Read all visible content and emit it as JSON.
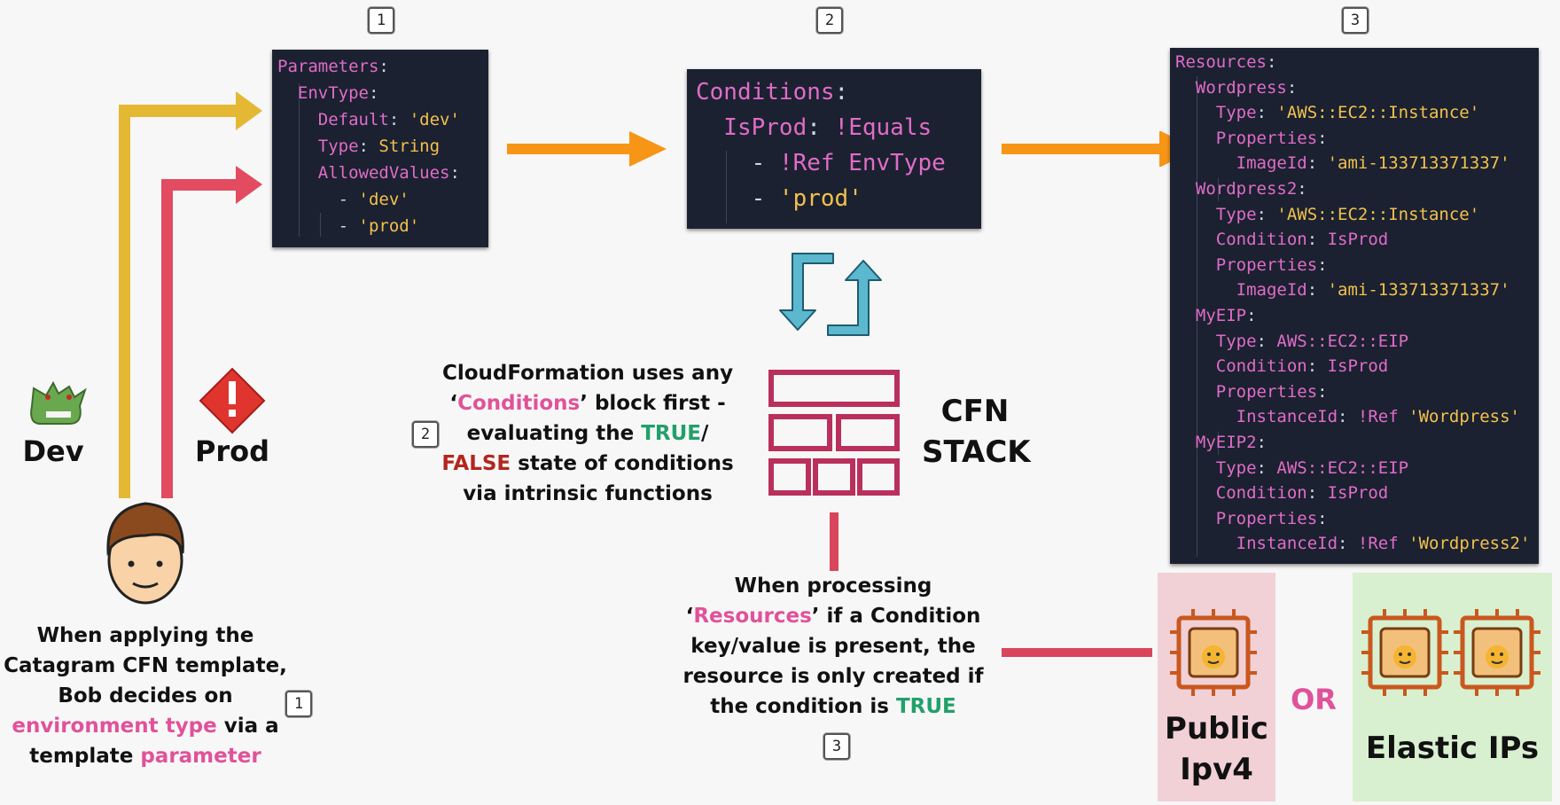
{
  "badges": {
    "top1": "1",
    "top2": "2",
    "top3": "3",
    "mid2": "2",
    "left1": "1",
    "bottom3": "3"
  },
  "params_block": [
    [
      {
        "t": "Parameters",
        "c": "k"
      },
      {
        "t": ":",
        "c": "p"
      }
    ],
    [
      {
        "t": "  EnvType",
        "c": "k"
      },
      {
        "t": ":",
        "c": "p"
      }
    ],
    [
      {
        "t": "    Default",
        "c": "k"
      },
      {
        "t": ": ",
        "c": "p"
      },
      {
        "t": "'dev'",
        "c": "s"
      }
    ],
    [
      {
        "t": "    Type",
        "c": "k"
      },
      {
        "t": ": ",
        "c": "p"
      },
      {
        "t": "String",
        "c": "s"
      }
    ],
    [
      {
        "t": "    AllowedValues",
        "c": "k"
      },
      {
        "t": ":",
        "c": "p"
      }
    ],
    [
      {
        "t": "      - ",
        "c": "p"
      },
      {
        "t": "'dev'",
        "c": "s"
      }
    ],
    [
      {
        "t": "      - ",
        "c": "p"
      },
      {
        "t": "'prod'",
        "c": "s"
      }
    ]
  ],
  "conditions_block": [
    [
      {
        "t": "Conditions",
        "c": "k"
      },
      {
        "t": ":",
        "c": "p"
      }
    ],
    [
      {
        "t": "  IsProd",
        "c": "k"
      },
      {
        "t": ": ",
        "c": "p"
      },
      {
        "t": "!Equals",
        "c": "k"
      }
    ],
    [
      {
        "t": "    - ",
        "c": "p"
      },
      {
        "t": "!Ref EnvType",
        "c": "k"
      }
    ],
    [
      {
        "t": "    - ",
        "c": "p"
      },
      {
        "t": "'prod'",
        "c": "s"
      }
    ]
  ],
  "resources_block": [
    [
      {
        "t": "Resources",
        "c": "k"
      },
      {
        "t": ":",
        "c": "p"
      }
    ],
    [
      {
        "t": "  Wordpress",
        "c": "k"
      },
      {
        "t": ":",
        "c": "p"
      }
    ],
    [
      {
        "t": "    Type",
        "c": "k"
      },
      {
        "t": ": ",
        "c": "p"
      },
      {
        "t": "'AWS::EC2::Instance'",
        "c": "s"
      }
    ],
    [
      {
        "t": "    Properties",
        "c": "k"
      },
      {
        "t": ":",
        "c": "p"
      }
    ],
    [
      {
        "t": "      ImageId",
        "c": "k"
      },
      {
        "t": ": ",
        "c": "p"
      },
      {
        "t": "'ami-133713371337'",
        "c": "s"
      }
    ],
    [
      {
        "t": "  Wordpress2",
        "c": "k"
      },
      {
        "t": ":",
        "c": "p"
      }
    ],
    [
      {
        "t": "    Type",
        "c": "k"
      },
      {
        "t": ": ",
        "c": "p"
      },
      {
        "t": "'AWS::EC2::Instance'",
        "c": "s"
      }
    ],
    [
      {
        "t": "    Condition",
        "c": "k"
      },
      {
        "t": ": ",
        "c": "p"
      },
      {
        "t": "IsProd",
        "c": "k"
      }
    ],
    [
      {
        "t": "    Properties",
        "c": "k"
      },
      {
        "t": ":",
        "c": "p"
      }
    ],
    [
      {
        "t": "      ImageId",
        "c": "k"
      },
      {
        "t": ": ",
        "c": "p"
      },
      {
        "t": "'ami-133713371337'",
        "c": "s"
      }
    ],
    [
      {
        "t": "  MyEIP",
        "c": "k"
      },
      {
        "t": ":",
        "c": "p"
      }
    ],
    [
      {
        "t": "    Type",
        "c": "k"
      },
      {
        "t": ": ",
        "c": "p"
      },
      {
        "t": "AWS::EC2::EIP",
        "c": "k"
      }
    ],
    [
      {
        "t": "    Condition",
        "c": "k"
      },
      {
        "t": ": ",
        "c": "p"
      },
      {
        "t": "IsProd",
        "c": "k"
      }
    ],
    [
      {
        "t": "    Properties",
        "c": "k"
      },
      {
        "t": ":",
        "c": "p"
      }
    ],
    [
      {
        "t": "      InstanceId",
        "c": "k"
      },
      {
        "t": ": ",
        "c": "p"
      },
      {
        "t": "!Ref ",
        "c": "k"
      },
      {
        "t": "'Wordpress'",
        "c": "s"
      }
    ],
    [
      {
        "t": "  MyEIP2",
        "c": "k"
      },
      {
        "t": ":",
        "c": "p"
      }
    ],
    [
      {
        "t": "    Type",
        "c": "k"
      },
      {
        "t": ": ",
        "c": "p"
      },
      {
        "t": "AWS::EC2::EIP",
        "c": "k"
      }
    ],
    [
      {
        "t": "    Condition",
        "c": "k"
      },
      {
        "t": ": ",
        "c": "p"
      },
      {
        "t": "IsProd",
        "c": "k"
      }
    ],
    [
      {
        "t": "    Properties",
        "c": "k"
      },
      {
        "t": ":",
        "c": "p"
      }
    ],
    [
      {
        "t": "      InstanceId",
        "c": "k"
      },
      {
        "t": ": ",
        "c": "p"
      },
      {
        "t": "!Ref ",
        "c": "k"
      },
      {
        "t": "'Wordpress2'",
        "c": "s"
      }
    ]
  ],
  "labels": {
    "dev": "Dev",
    "prod": "Prod",
    "cfn_stack_1": "CFN",
    "cfn_stack_2": "STACK",
    "public_1": "Public",
    "public_2": "Ipv4",
    "or": "OR",
    "elastic": "Elastic IPs",
    "prod_icon_glyph": "!"
  },
  "bob_text": [
    [
      {
        "t": "When applying the",
        "c": ""
      }
    ],
    [
      {
        "t": "Catagram CFN template,",
        "c": ""
      }
    ],
    [
      {
        "t": "Bob decides on",
        "c": ""
      }
    ],
    [
      {
        "t": "environment type",
        "c": "pink"
      },
      {
        "t": " via a",
        "c": ""
      }
    ],
    [
      {
        "t": "template ",
        "c": ""
      },
      {
        "t": "parameter",
        "c": "pink"
      }
    ]
  ],
  "cf_text": [
    [
      {
        "t": "CloudFormation uses any",
        "c": ""
      }
    ],
    [
      {
        "t": "‘",
        "c": ""
      },
      {
        "t": "Conditions",
        "c": "pink"
      },
      {
        "t": "’ block first -",
        "c": ""
      }
    ],
    [
      {
        "t": "evaluating the ",
        "c": ""
      },
      {
        "t": "TRUE",
        "c": "green"
      },
      {
        "t": "/",
        "c": ""
      }
    ],
    [
      {
        "t": "FALSE",
        "c": "red"
      },
      {
        "t": " state of conditions",
        "c": ""
      }
    ],
    [
      {
        "t": "via intrinsic functions",
        "c": ""
      }
    ]
  ],
  "res_text": [
    [
      {
        "t": "When processing",
        "c": ""
      }
    ],
    [
      {
        "t": "‘",
        "c": ""
      },
      {
        "t": "Resources",
        "c": "pink"
      },
      {
        "t": "’ if a Condition",
        "c": ""
      }
    ],
    [
      {
        "t": "key/value is present, the",
        "c": ""
      }
    ],
    [
      {
        "t": "resource is only created if",
        "c": ""
      }
    ],
    [
      {
        "t": "the condition is ",
        "c": ""
      },
      {
        "t": "TRUE",
        "c": "green"
      }
    ]
  ],
  "colors": {
    "dev_arrow": "#e5b833",
    "prod_arrow": "#e24b60",
    "orange_arrow": "#f79517",
    "stack": "#b9305c",
    "cycle": "#5bb8cf",
    "chip": "#c9581e",
    "public_bg": "#f1d0d6",
    "elastic_bg": "#d8f0cf",
    "or": "#e0529a",
    "connector": "#d9455a",
    "orc": "#6aa84f",
    "prod_icon": "#e0342e"
  }
}
